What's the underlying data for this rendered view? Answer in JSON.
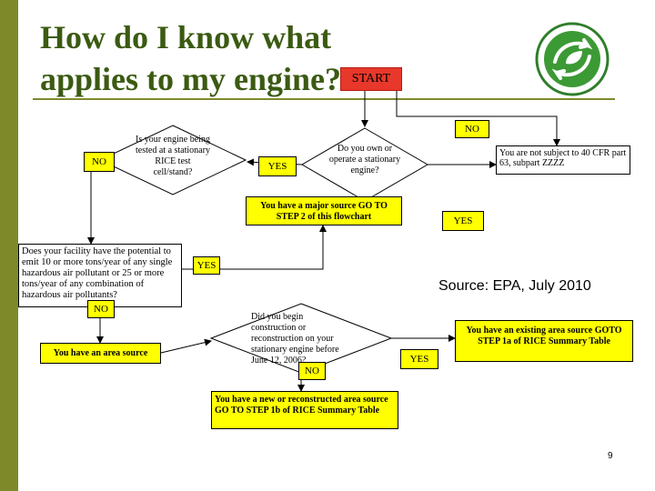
{
  "title": "How do I know what\napplies to my engine?",
  "start_label": "START",
  "q_test_cell": "Is your engine being tested at a stationary RICE test cell/stand?",
  "q_own": "Do you own or operate a stationary engine?",
  "q_major": "Does your facility have the potential to emit 10 or more tons/year of any single hazardous air pollutant or 25 or more tons/year of any combination of hazardous air pollutants?",
  "q_construct": "Did you begin construction or reconstruction on your stationary engine before June 12, 2006?",
  "out_not_subject": "You are not subject to 40 CFR part 63, subpart ZZZZ",
  "out_major": "You have a major source GO TO STEP 2 of this flowchart",
  "out_area": "You have an area source",
  "out_new_area": "You have a new or reconstructed area source GO TO STEP 1b of RICE Summary Table",
  "out_existing_area": "You have an existing area source GOTO STEP 1a of RICE Summary Table",
  "labels": {
    "no_test": "NO",
    "yes_test": "YES",
    "no_own": "NO",
    "yes_own": "YES",
    "yes_major": "YES",
    "no_major": "NO",
    "no_construct": "NO",
    "yes_construct": "YES"
  },
  "source": "Source:  EPA, July 2010",
  "page_number": "9",
  "colors": {
    "stripe": "#7e8a2a",
    "title": "#3b5a12",
    "yellow": "#ffff00",
    "start": "#e8382b"
  },
  "icons": {
    "logo": "recycle-leaf-logo"
  }
}
